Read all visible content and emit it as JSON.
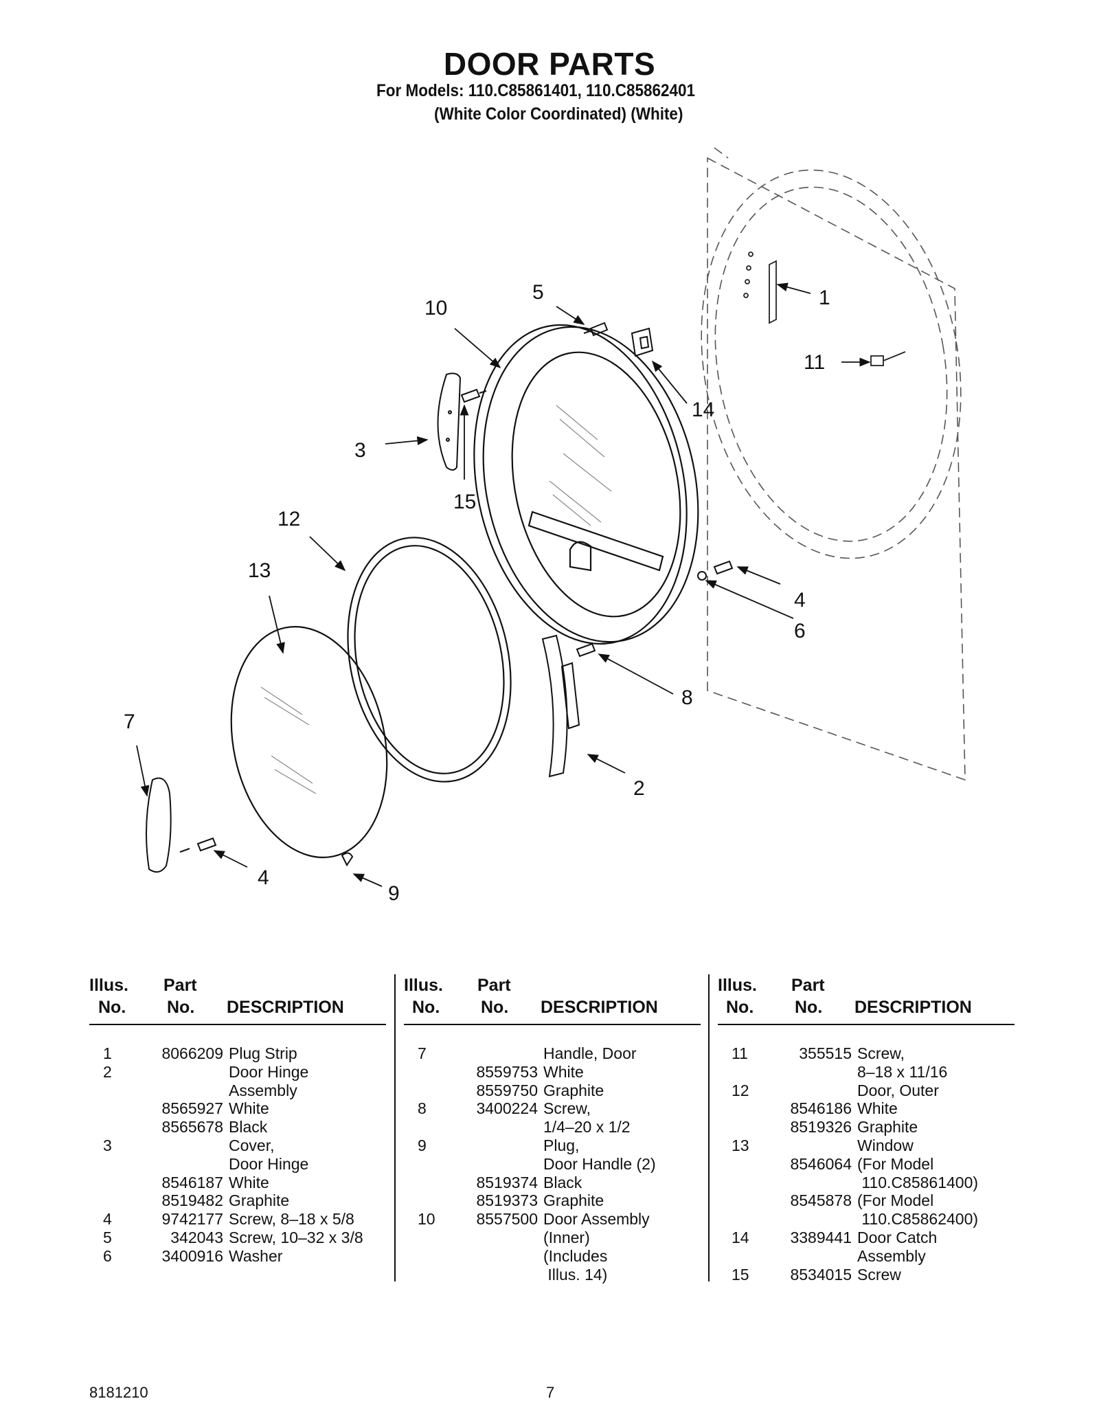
{
  "title": "DOOR PARTS",
  "models_line": "For Models: 110.C85861401, 110.C85862401",
  "color_line": "(White Color Coordinated) (White)",
  "callouts": {
    "c1": "1",
    "c2": "2",
    "c3": "3",
    "c4a": "4",
    "c4b": "4",
    "c5": "5",
    "c6": "6",
    "c7": "7",
    "c8": "8",
    "c9": "9",
    "c10": "10",
    "c11": "11",
    "c12": "12",
    "c13": "13",
    "c14": "14",
    "c15": "15"
  },
  "table_headers": {
    "illus_1": "Illus.",
    "illus_2": "No.",
    "part_1": "Part",
    "part_2": "No.",
    "description": "DESCRIPTION"
  },
  "columns": [
    [
      [
        "1",
        "8066209",
        "Plug Strip"
      ],
      [
        "2",
        "",
        "Door Hinge"
      ],
      [
        "",
        "",
        "Assembly"
      ],
      [
        "",
        "8565927",
        "White"
      ],
      [
        "",
        "8565678",
        "Black"
      ],
      [
        "3",
        "",
        "Cover,"
      ],
      [
        "",
        "",
        "Door Hinge"
      ],
      [
        "",
        "8546187",
        "White"
      ],
      [
        "",
        "8519482",
        "Graphite"
      ],
      [
        "4",
        "9742177",
        "Screw, 8–18 x 5/8"
      ],
      [
        "5",
        "342043",
        "Screw, 10–32 x 3/8"
      ],
      [
        "6",
        "3400916",
        "Washer"
      ]
    ],
    [
      [
        "7",
        "",
        "Handle, Door"
      ],
      [
        "",
        "8559753",
        "White"
      ],
      [
        "",
        "8559750",
        "Graphite"
      ],
      [
        "8",
        "3400224",
        "Screw,"
      ],
      [
        "",
        "",
        "1/4–20 x 1/2"
      ],
      [
        "9",
        "",
        "Plug,"
      ],
      [
        "",
        "",
        "Door Handle (2)"
      ],
      [
        "",
        "8519374",
        "Black"
      ],
      [
        "",
        "8519373",
        "Graphite"
      ],
      [
        "10",
        "8557500",
        "Door Assembly"
      ],
      [
        "",
        "",
        "(Inner)"
      ],
      [
        "",
        "",
        "(Includes"
      ],
      [
        "",
        "",
        " Illus. 14)"
      ]
    ],
    [
      [
        "11",
        "355515",
        "Screw,"
      ],
      [
        "",
        "",
        "8–18 x 11/16"
      ],
      [
        "12",
        "",
        "Door, Outer"
      ],
      [
        "",
        "8546186",
        "White"
      ],
      [
        "",
        "8519326",
        "Graphite"
      ],
      [
        "13",
        "",
        "Window"
      ],
      [
        "",
        "8546064",
        "(For Model"
      ],
      [
        "",
        "",
        " 110.C85861400)"
      ],
      [
        "",
        "8545878",
        "(For Model"
      ],
      [
        "",
        "",
        " 110.C85862400)"
      ],
      [
        "14",
        "3389441",
        "Door Catch"
      ],
      [
        "",
        "",
        "Assembly"
      ],
      [
        "15",
        "8534015",
        "Screw"
      ]
    ]
  ],
  "footer": {
    "doc_number": "8181210",
    "page_number": "7"
  }
}
